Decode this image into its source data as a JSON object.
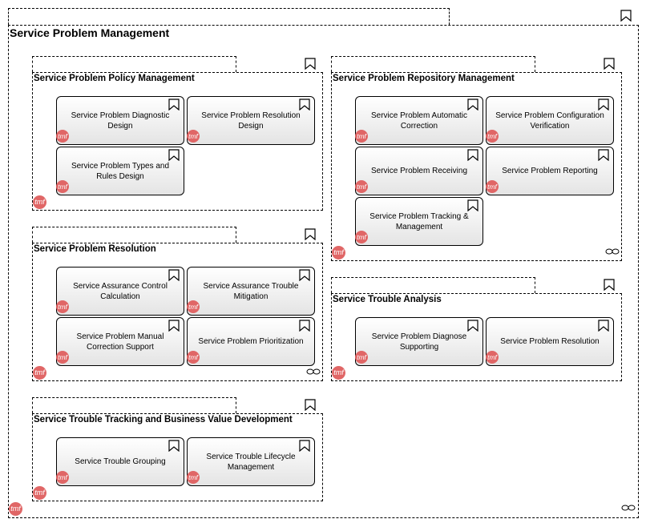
{
  "diagram": {
    "title": "Service Problem Management",
    "tmf_label": "tmf",
    "icons": {
      "bookmark": "bookmark-icon",
      "chain": "chain-link-icon",
      "logo": "tmf-logo"
    },
    "colors": {
      "tmf_badge": "#e06666",
      "box_gradient_top": "#ffffff",
      "box_gradient_bottom": "#e4e4e4"
    },
    "groups": [
      {
        "title": "Service Problem Policy Management",
        "boxes": [
          "Service Problem Diagnostic Design",
          "Service Problem Resolution Design",
          "Service Problem Types and Rules Design"
        ]
      },
      {
        "title": "Service Problem Resolution",
        "boxes": [
          "Service Assurance Control Calculation",
          "Service Assurance Trouble Mitigation",
          "Service Problem Manual Correction Support",
          "Service Problem Prioritization"
        ]
      },
      {
        "title": "Service Trouble Tracking and Business Value Development",
        "boxes": [
          "Service Trouble Grouping",
          "Service Trouble Lifecycle Management"
        ]
      },
      {
        "title": "Service Problem Repository Management",
        "boxes": [
          "Service Problem Automatic Correction",
          "Service Problem Configuration Verification",
          "Service Problem Receiving",
          "Service Problem Reporting",
          "Service Problem Tracking & Management"
        ]
      },
      {
        "title": "Service Trouble Analysis",
        "boxes": [
          "Service Problem Diagnose Supporting",
          "Service Problem Resolution"
        ]
      }
    ]
  }
}
